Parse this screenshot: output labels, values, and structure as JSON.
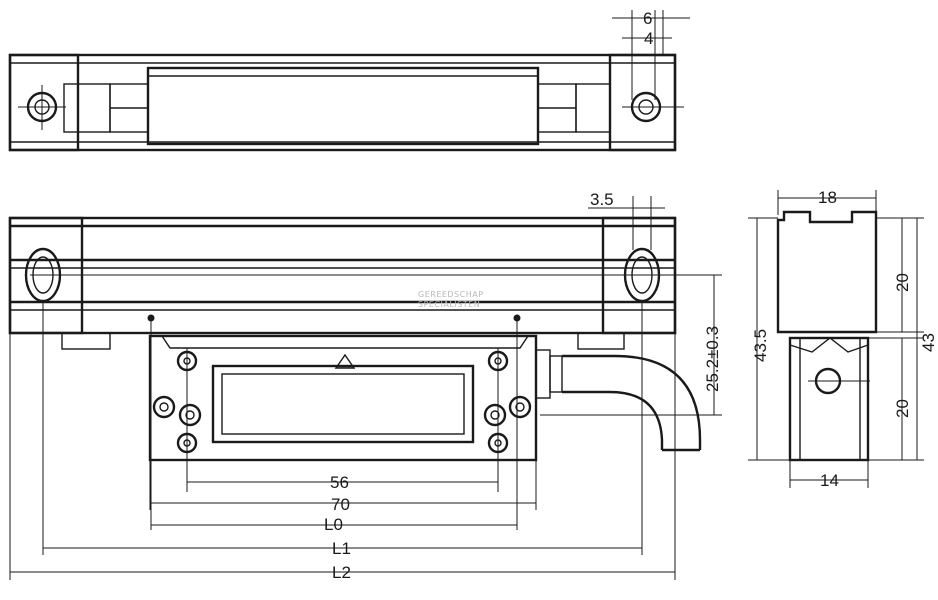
{
  "dimensions": {
    "top_outer": "6",
    "top_inner": "4",
    "front_offset": "3.5",
    "height_tolerance": "25.2±0.3",
    "hole_spacing": "56",
    "head_width": "70",
    "l0": "L0",
    "l1": "L1",
    "l2": "L2",
    "side_width": "18",
    "side_upper": "20",
    "side_total": "43.5",
    "side_right_total": "43",
    "side_lower": "20",
    "side_base": "14"
  },
  "watermark": {
    "line1": "GEREEDSCHAP",
    "line2": "SPECIALISTEN"
  }
}
